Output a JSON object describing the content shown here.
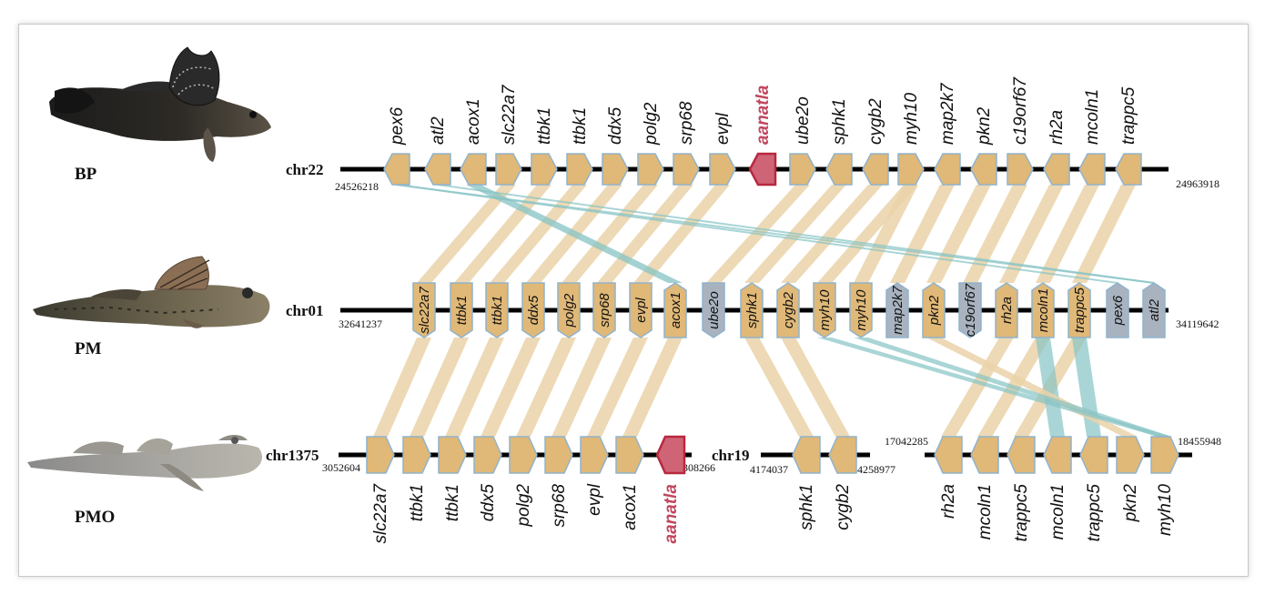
{
  "species": [
    "BP",
    "PM",
    "PMO"
  ],
  "colors": {
    "gene": "#e0b877",
    "gene_stroke": "#8fb3cc",
    "gene_alt": "#a9b3c0",
    "highlight": "#cf6477",
    "highlight_stroke": "#b8283e",
    "link": "#ead2a8",
    "link_teal": "#86c3c4",
    "chrom": "#000000"
  },
  "tracks": {
    "bp": {
      "chr": "chr22",
      "start": "24526218",
      "end": "24963918",
      "genes": [
        {
          "name": "pex6",
          "dir": "left"
        },
        {
          "name": "atl2",
          "dir": "left"
        },
        {
          "name": "acox1",
          "dir": "left"
        },
        {
          "name": "slc22a7",
          "dir": "right"
        },
        {
          "name": "ttbk1",
          "dir": "right"
        },
        {
          "name": "ttbk1",
          "dir": "right"
        },
        {
          "name": "ddx5",
          "dir": "right"
        },
        {
          "name": "polg2",
          "dir": "right"
        },
        {
          "name": "srp68",
          "dir": "right"
        },
        {
          "name": "evpl",
          "dir": "right"
        },
        {
          "name": "aanatla",
          "dir": "left",
          "highlight": true
        },
        {
          "name": "ube2o",
          "dir": "right"
        },
        {
          "name": "sphk1",
          "dir": "left"
        },
        {
          "name": "cygb2",
          "dir": "left"
        },
        {
          "name": "myh10",
          "dir": "right"
        },
        {
          "name": "map2k7",
          "dir": "left"
        },
        {
          "name": "pkn2",
          "dir": "left"
        },
        {
          "name": "c19orf67",
          "dir": "right"
        },
        {
          "name": "rh2a",
          "dir": "left"
        },
        {
          "name": "mcoln1",
          "dir": "left"
        },
        {
          "name": "trappc5",
          "dir": "left"
        }
      ]
    },
    "pm": {
      "chr": "chr01",
      "start": "32641237",
      "end": "34119642",
      "genes": [
        {
          "name": "slc22a7",
          "dir": "down"
        },
        {
          "name": "ttbk1",
          "dir": "down"
        },
        {
          "name": "ttbk1",
          "dir": "down"
        },
        {
          "name": "ddx5",
          "dir": "down"
        },
        {
          "name": "polg2",
          "dir": "down"
        },
        {
          "name": "srp68",
          "dir": "down"
        },
        {
          "name": "evpl",
          "dir": "down"
        },
        {
          "name": "acox1",
          "dir": "up"
        },
        {
          "name": "ube2o",
          "dir": "down",
          "alt": true
        },
        {
          "name": "sphk1",
          "dir": "up"
        },
        {
          "name": "cygb2",
          "dir": "up"
        },
        {
          "name": "myh10",
          "dir": "down"
        },
        {
          "name": "myh10",
          "dir": "down"
        },
        {
          "name": "map2k7",
          "dir": "up",
          "alt": true
        },
        {
          "name": "pkn2",
          "dir": "up"
        },
        {
          "name": "c19orf67",
          "dir": "down",
          "alt": true
        },
        {
          "name": "rh2a",
          "dir": "up"
        },
        {
          "name": "mcoln1",
          "dir": "up"
        },
        {
          "name": "trappc5",
          "dir": "up"
        },
        {
          "name": "pex6",
          "dir": "up",
          "alt": true
        },
        {
          "name": "atl2",
          "dir": "up",
          "alt": true
        }
      ]
    },
    "pmo_a": {
      "chr": "chr1375",
      "start": "3052604",
      "end": "3308266",
      "genes": [
        {
          "name": "slc22a7",
          "dir": "right"
        },
        {
          "name": "ttbk1",
          "dir": "right"
        },
        {
          "name": "ttbk1",
          "dir": "right"
        },
        {
          "name": "ddx5",
          "dir": "right"
        },
        {
          "name": "polg2",
          "dir": "right"
        },
        {
          "name": "srp68",
          "dir": "right"
        },
        {
          "name": "evpl",
          "dir": "right"
        },
        {
          "name": "acox1",
          "dir": "right"
        },
        {
          "name": "aanatla",
          "dir": "left",
          "highlight": true
        }
      ]
    },
    "pmo_b": {
      "chr": "chr19",
      "start": "4174037",
      "end": "4258977",
      "genes": [
        {
          "name": "sphk1",
          "dir": "left"
        },
        {
          "name": "cygb2",
          "dir": "left"
        }
      ]
    },
    "pmo_c": {
      "start": "17042285",
      "end": "18455948",
      "genes": [
        {
          "name": "rh2a",
          "dir": "left"
        },
        {
          "name": "mcoln1",
          "dir": "left"
        },
        {
          "name": "trappc5",
          "dir": "left"
        },
        {
          "name": "mcoln1",
          "dir": "left"
        },
        {
          "name": "trappc5",
          "dir": "left"
        },
        {
          "name": "pkn2",
          "dir": "right"
        },
        {
          "name": "myh10",
          "dir": "right"
        }
      ]
    }
  }
}
